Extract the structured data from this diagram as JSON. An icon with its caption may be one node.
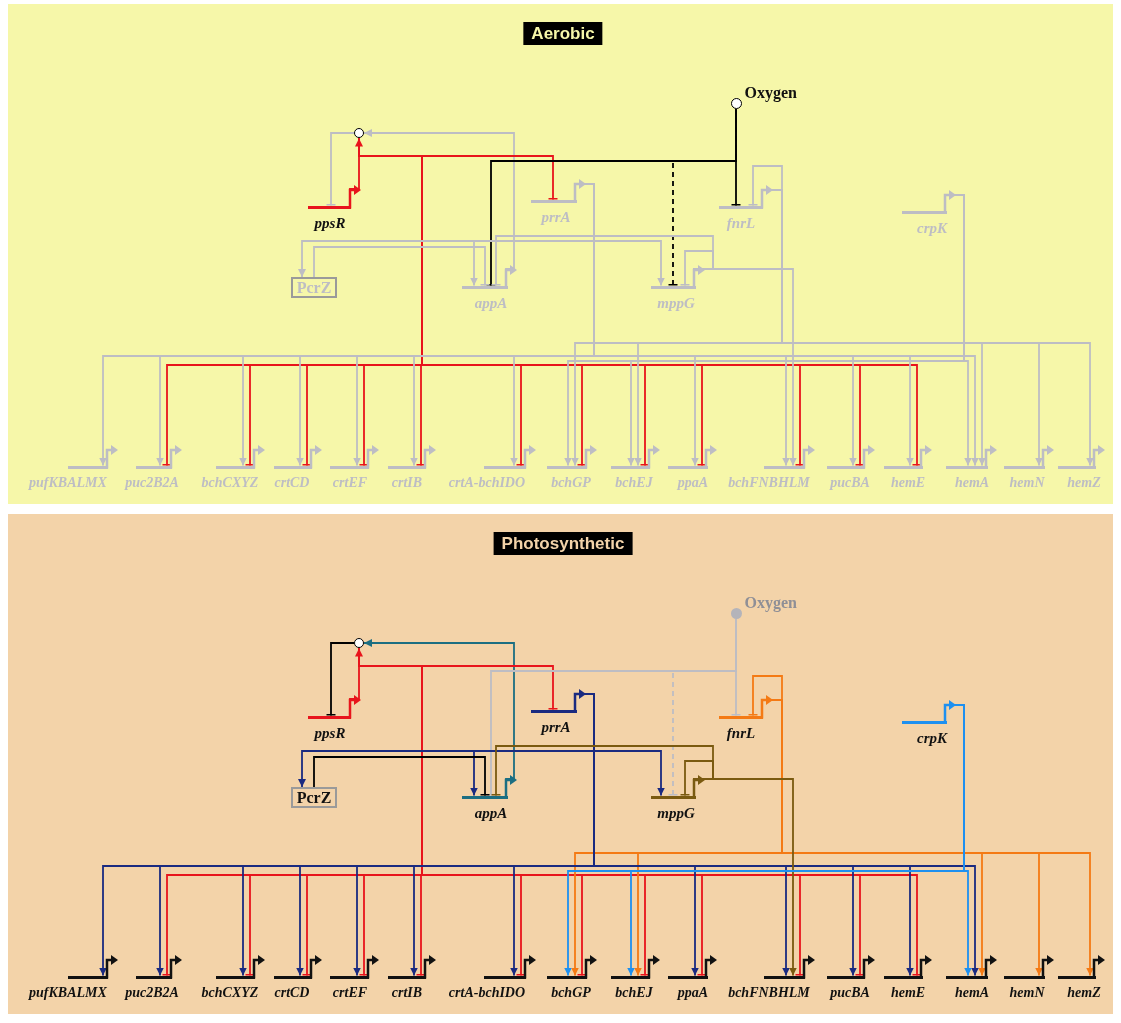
{
  "diagram": {
    "nodes": [
      {
        "text": [
          "Aerobic"
        ]
      },
      {
        "text": [
          "ppsR"
        ],
        "in": 0
      },
      {
        "text": [],
        "shape": "circle",
        "in": 0
      },
      {
        "text": [
          "prrA"
        ],
        "in": 0
      },
      {
        "text": [
          "Oxygen"
        ],
        "in": 0
      },
      {
        "text": [
          "fnrL"
        ],
        "in": 0
      },
      {
        "text": [
          "crpK"
        ],
        "in": 0
      },
      {
        "text": [
          "PcrZ"
        ],
        "in": 0
      },
      {
        "text": [
          "appA"
        ],
        "in": 0
      },
      {
        "text": [
          "mppG"
        ],
        "in": 0
      },
      {
        "text": [
          "pufKBALMX"
        ],
        "in": 0
      },
      {
        "text": [
          "puc2B2A"
        ],
        "in": 0
      },
      {
        "text": [
          "bchCXYZ"
        ],
        "in": 0
      },
      {
        "text": [
          "crtCD"
        ],
        "in": 0
      },
      {
        "text": [
          "crtEF"
        ],
        "in": 0
      },
      {
        "text": [
          "crtIB"
        ],
        "in": 0
      },
      {
        "text": [
          "crtA-bchIDO"
        ],
        "in": 0
      },
      {
        "text": [
          "bchGP"
        ],
        "in": 0
      },
      {
        "text": [
          "bchEJ"
        ],
        "in": 0
      },
      {
        "text": [
          "ppaA"
        ],
        "in": 0
      },
      {
        "text": [
          "bchFNBHLM"
        ],
        "in": 0
      },
      {
        "text": [
          "pucBA"
        ],
        "in": 0
      },
      {
        "text": [
          "hemE"
        ],
        "in": 0
      },
      {
        "text": [
          "hemA"
        ],
        "in": 0
      },
      {
        "text": [
          "hemN"
        ],
        "in": 0
      },
      {
        "text": [
          "hemZ"
        ],
        "in": 0
      },
      {
        "text": [
          "Photosynthetic"
        ]
      },
      {
        "text": [
          "ppsR"
        ],
        "in": 26
      },
      {
        "text": [],
        "shape": "circle",
        "in": 26
      },
      {
        "text": [
          "prrA"
        ],
        "in": 26
      },
      {
        "text": [
          "Oxygen"
        ],
        "in": 26
      },
      {
        "text": [
          "fnrL"
        ],
        "in": 26
      },
      {
        "text": [
          "crpK"
        ],
        "in": 26
      },
      {
        "text": [
          "PcrZ"
        ],
        "in": 26
      },
      {
        "text": [
          "appA"
        ],
        "in": 26
      },
      {
        "text": [
          "mppG"
        ],
        "in": 26
      },
      {
        "text": [
          "pufKBALMX"
        ],
        "in": 26
      },
      {
        "text": [
          "puc2B2A"
        ],
        "in": 26
      },
      {
        "text": [
          "bchCXYZ"
        ],
        "in": 26
      },
      {
        "text": [
          "crtCD"
        ],
        "in": 26
      },
      {
        "text": [
          "crtEF"
        ],
        "in": 26
      },
      {
        "text": [
          "crtIB"
        ],
        "in": 26
      },
      {
        "text": [
          "crtA-bchIDO"
        ],
        "in": 26
      },
      {
        "text": [
          "bchGP"
        ],
        "in": 26
      },
      {
        "text": [
          "bchEJ"
        ],
        "in": 26
      },
      {
        "text": [
          "ppaA"
        ],
        "in": 26
      },
      {
        "text": [
          "bchFNBHLM"
        ],
        "in": 26
      },
      {
        "text": [
          "pucBA"
        ],
        "in": 26
      },
      {
        "text": [
          "hemE"
        ],
        "in": 26
      },
      {
        "text": [
          "hemA"
        ],
        "in": 26
      },
      {
        "text": [
          "hemN"
        ],
        "in": 26
      },
      {
        "text": [
          "hemZ"
        ],
        "in": 26
      }
    ],
    "edges": [
      {
        "from": 1,
        "to": 2,
        "arrow": "to",
        "color": "#e8141c"
      },
      {
        "from": 8,
        "to": 2,
        "arrow": "to"
      },
      {
        "from": 2,
        "to": 1,
        "arrow": "other"
      },
      {
        "from": 2,
        "to": 3,
        "arrow": "other",
        "color": "#e8141c"
      },
      {
        "from": 2,
        "to": 11,
        "arrow": "other",
        "color": "#e8141c"
      },
      {
        "from": 2,
        "to": 12,
        "arrow": "other",
        "color": "#e8141c"
      },
      {
        "from": 2,
        "to": 13,
        "arrow": "other",
        "color": "#e8141c"
      },
      {
        "from": 2,
        "to": 14,
        "arrow": "other",
        "color": "#e8141c"
      },
      {
        "from": 2,
        "to": 15,
        "arrow": "other",
        "color": "#e8141c"
      },
      {
        "from": 2,
        "to": 16,
        "arrow": "other",
        "color": "#e8141c"
      },
      {
        "from": 2,
        "to": 17,
        "arrow": "other",
        "color": "#e8141c"
      },
      {
        "from": 2,
        "to": 18,
        "arrow": "other",
        "color": "#e8141c"
      },
      {
        "from": 2,
        "to": 19,
        "arrow": "other",
        "color": "#e8141c"
      },
      {
        "from": 2,
        "to": 20,
        "arrow": "other",
        "color": "#e8141c"
      },
      {
        "from": 2,
        "to": 21,
        "arrow": "other",
        "color": "#e8141c"
      },
      {
        "from": 2,
        "to": 22,
        "arrow": "other",
        "color": "#e8141c"
      },
      {
        "from": 4,
        "to": 5,
        "arrow": "other",
        "color": "#000000"
      },
      {
        "from": 4,
        "to": 8,
        "arrow": "other",
        "color": "#000000"
      },
      {
        "from": 4,
        "to": 9,
        "arrow": "other",
        "style": "dashed",
        "color": "#000000"
      },
      {
        "from": 5,
        "to": 5,
        "arrow": "other"
      },
      {
        "from": 5,
        "to": 17,
        "arrow": "to"
      },
      {
        "from": 5,
        "to": 18,
        "arrow": "to"
      },
      {
        "from": 5,
        "to": 23,
        "arrow": "to"
      },
      {
        "from": 5,
        "to": 24,
        "arrow": "to"
      },
      {
        "from": 5,
        "to": 25,
        "arrow": "to"
      },
      {
        "from": 3,
        "to": 7,
        "arrow": "to"
      },
      {
        "from": 3,
        "to": 8,
        "arrow": "to"
      },
      {
        "from": 3,
        "to": 9,
        "arrow": "to"
      },
      {
        "from": 3,
        "to": 10,
        "arrow": "to"
      },
      {
        "from": 3,
        "to": 11,
        "arrow": "to"
      },
      {
        "from": 3,
        "to": 12,
        "arrow": "to"
      },
      {
        "from": 3,
        "to": 13,
        "arrow": "to"
      },
      {
        "from": 3,
        "to": 14,
        "arrow": "to"
      },
      {
        "from": 3,
        "to": 15,
        "arrow": "to"
      },
      {
        "from": 3,
        "to": 16,
        "arrow": "to"
      },
      {
        "from": 3,
        "to": 19,
        "arrow": "to"
      },
      {
        "from": 3,
        "to": 20,
        "arrow": "to"
      },
      {
        "from": 3,
        "to": 21,
        "arrow": "to"
      },
      {
        "from": 3,
        "to": 22,
        "arrow": "to"
      },
      {
        "from": 3,
        "to": 23,
        "arrow": "to"
      },
      {
        "from": 7,
        "to": 8,
        "arrow": "other"
      },
      {
        "from": 9,
        "to": 9,
        "arrow": "other"
      },
      {
        "from": 9,
        "to": 8,
        "arrow": "other"
      },
      {
        "from": 9,
        "to": 20,
        "arrow": "to"
      },
      {
        "from": 6,
        "to": 17,
        "arrow": "to"
      },
      {
        "from": 6,
        "to": 18,
        "arrow": "to"
      },
      {
        "from": 6,
        "to": 23,
        "arrow": "to"
      },
      {
        "from": 27,
        "to": 28,
        "arrow": "to",
        "color": "#e8141c"
      },
      {
        "from": 34,
        "to": 28,
        "arrow": "to",
        "color": "#1b6e82"
      },
      {
        "from": 28,
        "to": 27,
        "arrow": "other",
        "color": "#000000"
      },
      {
        "from": 28,
        "to": 29,
        "arrow": "other",
        "color": "#e8141c"
      },
      {
        "from": 28,
        "to": 37,
        "arrow": "other",
        "color": "#e8141c"
      },
      {
        "from": 28,
        "to": 38,
        "arrow": "other",
        "color": "#e8141c"
      },
      {
        "from": 28,
        "to": 39,
        "arrow": "other",
        "color": "#e8141c"
      },
      {
        "from": 28,
        "to": 40,
        "arrow": "other",
        "color": "#e8141c"
      },
      {
        "from": 28,
        "to": 41,
        "arrow": "other",
        "color": "#e8141c"
      },
      {
        "from": 28,
        "to": 42,
        "arrow": "other",
        "color": "#e8141c"
      },
      {
        "from": 28,
        "to": 43,
        "arrow": "other",
        "color": "#e8141c"
      },
      {
        "from": 28,
        "to": 44,
        "arrow": "other",
        "color": "#e8141c"
      },
      {
        "from": 28,
        "to": 45,
        "arrow": "other",
        "color": "#e8141c"
      },
      {
        "from": 28,
        "to": 46,
        "arrow": "other",
        "color": "#e8141c"
      },
      {
        "from": 28,
        "to": 47,
        "arrow": "other",
        "color": "#e8141c"
      },
      {
        "from": 28,
        "to": 48,
        "arrow": "other",
        "color": "#e8141c"
      },
      {
        "from": 30,
        "to": 31,
        "arrow": "other"
      },
      {
        "from": 30,
        "to": 34,
        "arrow": "other"
      },
      {
        "from": 30,
        "to": 35,
        "arrow": "other",
        "style": "dashed"
      },
      {
        "from": 31,
        "to": 31,
        "arrow": "other",
        "color": "#f47a14"
      },
      {
        "from": 31,
        "to": 43,
        "arrow": "to",
        "color": "#f47a14"
      },
      {
        "from": 31,
        "to": 44,
        "arrow": "to",
        "color": "#f47a14"
      },
      {
        "from": 31,
        "to": 49,
        "arrow": "to",
        "color": "#f47a14"
      },
      {
        "from": 31,
        "to": 50,
        "arrow": "to",
        "color": "#f47a14"
      },
      {
        "from": 31,
        "to": 51,
        "arrow": "to",
        "color": "#f47a14"
      },
      {
        "from": 29,
        "to": 33,
        "arrow": "to",
        "color": "#1a2a80"
      },
      {
        "from": 29,
        "to": 34,
        "arrow": "to",
        "color": "#1a2a80"
      },
      {
        "from": 29,
        "to": 35,
        "arrow": "to",
        "color": "#1a2a80"
      },
      {
        "from": 29,
        "to": 36,
        "arrow": "to",
        "color": "#1a2a80"
      },
      {
        "from": 29,
        "to": 37,
        "arrow": "to",
        "color": "#1a2a80"
      },
      {
        "from": 29,
        "to": 38,
        "arrow": "to",
        "color": "#1a2a80"
      },
      {
        "from": 29,
        "to": 39,
        "arrow": "to",
        "color": "#1a2a80"
      },
      {
        "from": 29,
        "to": 40,
        "arrow": "to",
        "color": "#1a2a80"
      },
      {
        "from": 29,
        "to": 41,
        "arrow": "to",
        "color": "#1a2a80"
      },
      {
        "from": 29,
        "to": 42,
        "arrow": "to",
        "color": "#1a2a80"
      },
      {
        "from": 29,
        "to": 45,
        "arrow": "to",
        "color": "#1a2a80"
      },
      {
        "from": 29,
        "to": 46,
        "arrow": "to",
        "color": "#1a2a80"
      },
      {
        "from": 29,
        "to": 47,
        "arrow": "to",
        "color": "#1a2a80"
      },
      {
        "from": 29,
        "to": 48,
        "arrow": "to",
        "color": "#1a2a80"
      },
      {
        "from": 29,
        "to": 49,
        "arrow": "to",
        "color": "#1a2a80"
      },
      {
        "from": 33,
        "to": 34,
        "arrow": "other",
        "color": "#000000"
      },
      {
        "from": 35,
        "to": 35,
        "arrow": "other",
        "color": "#7a5a10"
      },
      {
        "from": 35,
        "to": 34,
        "arrow": "other",
        "color": "#7a5a10"
      },
      {
        "from": 35,
        "to": 46,
        "arrow": "to",
        "color": "#7a5a10"
      },
      {
        "from": 32,
        "to": 43,
        "arrow": "to",
        "color": "#1e90f0"
      },
      {
        "from": 32,
        "to": 44,
        "arrow": "to",
        "color": "#1e90f0"
      },
      {
        "from": 32,
        "to": 49,
        "arrow": "to",
        "color": "#1e90f0"
      }
    ]
  }
}
